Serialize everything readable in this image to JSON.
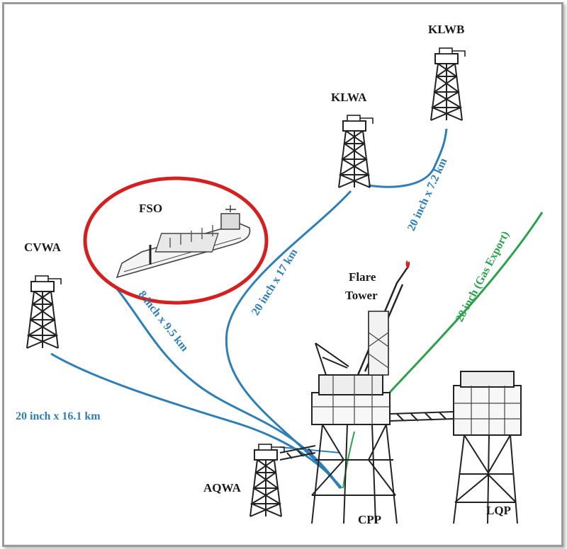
{
  "platforms": {
    "klwb": "KLWB",
    "klwa": "KLWA",
    "fso": "FSO",
    "cvwa": "CVWA",
    "flare_line1": "Flare",
    "flare_line2": "Tower",
    "aqwa": "AQWA",
    "cpp": "CPP",
    "lqp": "LQP"
  },
  "pipelines": {
    "klwa_klwb": "20 inch x 7.2 km",
    "cpp_klwa": "20 inch x 17 km",
    "gas_export": "28 inch (Gas Export)",
    "fso_cpp": "8 inch x 9.5 km",
    "cvwa_cpp": "20 inch x 16.1 km"
  },
  "colors": {
    "oil_pipe": "#2e7fb5",
    "gas_pipe": "#2aa14a",
    "highlight": "#d42020",
    "structure": "#222222"
  }
}
